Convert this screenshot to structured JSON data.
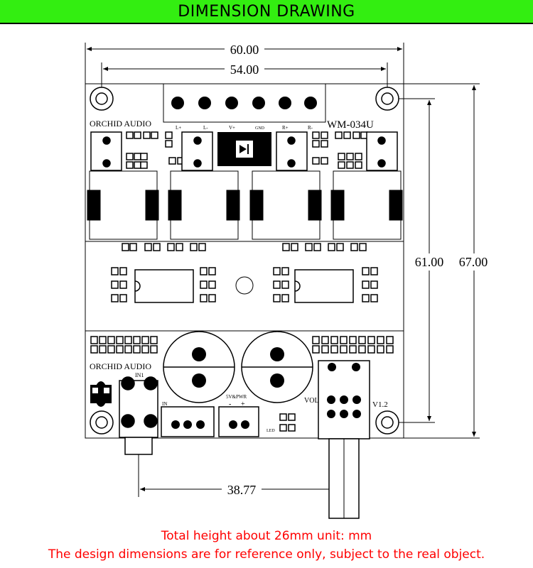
{
  "header": {
    "title": "DIMENSION DRAWING"
  },
  "board": {
    "brand_top": "ORCHID AUDIO",
    "brand_bottom": "ORCHID AUDIO",
    "model": "WM-034U",
    "version": "V1.2",
    "vol_label": "VOL",
    "led_label": "LED",
    "in_label": "IN",
    "in1_label": "IN1",
    "power_label": "5V&PWR",
    "power_minus": "-",
    "power_plus": "+",
    "terminal_labels": [
      "L+",
      "L-",
      "V+",
      "GND",
      "R+",
      "R-"
    ]
  },
  "dimensions": {
    "overall_width": "60.00",
    "hole_spacing_x": "54.00",
    "hole_spacing_y": "61.00",
    "overall_height": "67.00",
    "knob_offset": "38.77"
  },
  "notes": {
    "line1": "Total height about 26mm unit: mm",
    "line2": "The design dimensions are for reference only, subject to the real object.",
    "color": "#ff0000"
  },
  "colors": {
    "banner": "#33ee11",
    "pcb_outline": "#000000"
  }
}
